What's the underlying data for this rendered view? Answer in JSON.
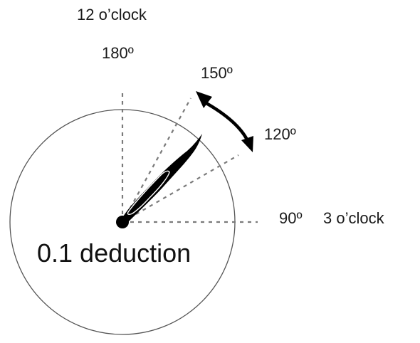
{
  "labels": {
    "twelve_oclock": "12 o’clock",
    "deg_180": "180º",
    "deg_150": "150º",
    "deg_120": "120º",
    "deg_90": "90º",
    "three_oclock": "3 o’clock"
  },
  "caption": "0.1 deduction",
  "colors": {
    "line": "#000000",
    "dash": "#7a7a7a",
    "circle": "#555555"
  },
  "icons": {
    "arrow": "curved-double-arrow-icon",
    "hand": "clock-hand-icon"
  }
}
